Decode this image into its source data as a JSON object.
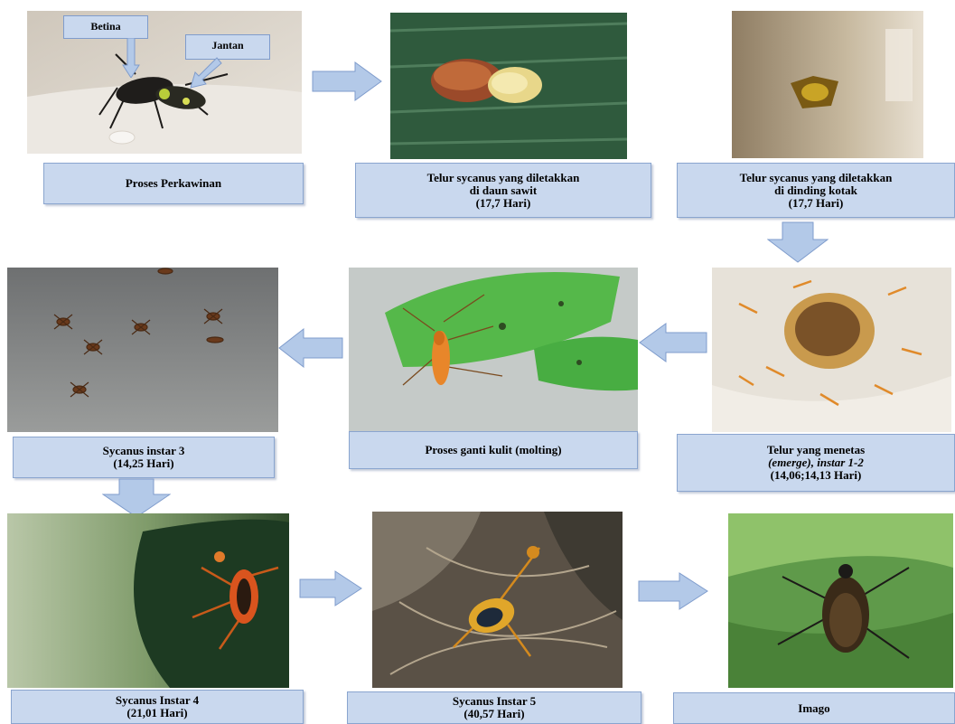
{
  "stages": [
    {
      "id": "mating",
      "lines": [
        "Proses Perkawinan"
      ]
    },
    {
      "id": "eggs_leaf",
      "lines": [
        "Telur sycanus yang diletakkan",
        "di daun sawit",
        "(17,7 Hari)"
      ]
    },
    {
      "id": "eggs_box",
      "lines": [
        "Telur sycanus yang diletakkan",
        "di dinding kotak",
        "(17,7 Hari)"
      ]
    },
    {
      "id": "hatch",
      "lines": [
        "Telur yang menetas",
        "(emerge), instar 1-2",
        "(14,06;14,13 Hari)"
      ]
    },
    {
      "id": "molting",
      "lines": [
        "Proses ganti kulit (molting)"
      ]
    },
    {
      "id": "instar3",
      "lines": [
        "Sycanus instar 3",
        "(14,25 Hari)"
      ]
    },
    {
      "id": "instar4",
      "lines": [
        "Sycanus Instar 4",
        "(21,01 Hari)"
      ]
    },
    {
      "id": "instar5",
      "lines": [
        "Sycanus Instar 5",
        "(40,57 Hari)"
      ]
    },
    {
      "id": "imago",
      "lines": [
        "Imago"
      ]
    }
  ],
  "photo_labels": {
    "female": "Betina",
    "male": "Jantan"
  },
  "colors": {
    "caption_fill": "#c9d8ee",
    "caption_border": "#8aa5cf",
    "arrow_fill": "#b3c9e8",
    "arrow_stroke": "#7f9ccc"
  }
}
